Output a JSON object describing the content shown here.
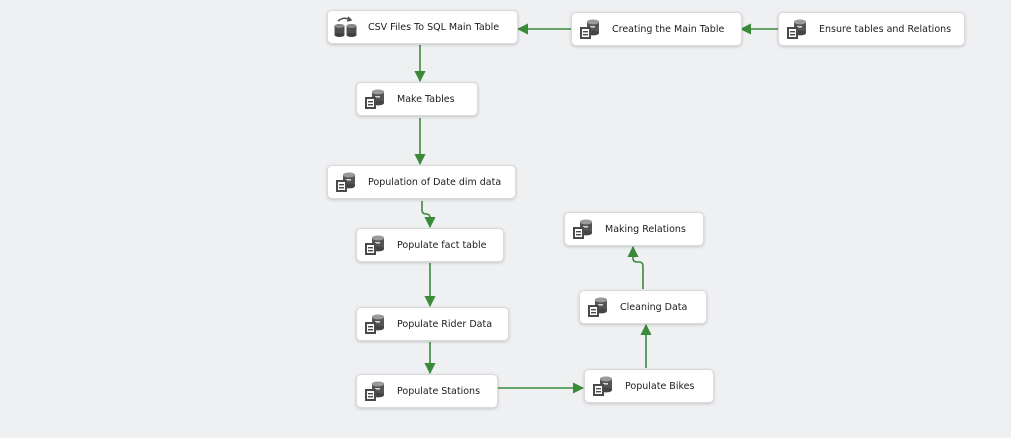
{
  "tasks": [
    {
      "id": "csv",
      "label": "CSV Files To SQL Main Table",
      "icon": "dataflow-task-icon"
    },
    {
      "id": "creating",
      "label": "Creating the Main Table",
      "icon": "execute-sql-task-icon"
    },
    {
      "id": "ensure",
      "label": "Ensure tables and Relations",
      "icon": "execute-sql-task-icon"
    },
    {
      "id": "make",
      "label": "Make Tables",
      "icon": "execute-sql-task-icon"
    },
    {
      "id": "date",
      "label": "Population of Date dim data",
      "icon": "execute-sql-task-icon"
    },
    {
      "id": "fact",
      "label": "Populate fact table",
      "icon": "execute-sql-task-icon"
    },
    {
      "id": "rider",
      "label": "Populate Rider Data",
      "icon": "execute-sql-task-icon"
    },
    {
      "id": "stations",
      "label": "Populate Stations",
      "icon": "execute-sql-task-icon"
    },
    {
      "id": "bikes",
      "label": "Populate Bikes",
      "icon": "execute-sql-task-icon"
    },
    {
      "id": "cleaning",
      "label": "Cleaning Data",
      "icon": "execute-sql-task-icon"
    },
    {
      "id": "relations",
      "label": "Making Relations",
      "icon": "execute-sql-task-icon"
    }
  ],
  "precedence_constraints": [
    {
      "from": "ensure",
      "to": "creating",
      "type": "success"
    },
    {
      "from": "creating",
      "to": "csv",
      "type": "success"
    },
    {
      "from": "csv",
      "to": "make",
      "type": "success"
    },
    {
      "from": "make",
      "to": "date",
      "type": "success"
    },
    {
      "from": "date",
      "to": "fact",
      "type": "success"
    },
    {
      "from": "fact",
      "to": "rider",
      "type": "success"
    },
    {
      "from": "rider",
      "to": "stations",
      "type": "success"
    },
    {
      "from": "stations",
      "to": "bikes",
      "type": "success"
    },
    {
      "from": "bikes",
      "to": "cleaning",
      "type": "success"
    },
    {
      "from": "cleaning",
      "to": "relations",
      "type": "success"
    }
  ],
  "colors": {
    "success_connector": "#3a8a3a",
    "canvas_background": "#eff0f2",
    "task_background": "#ffffff"
  }
}
